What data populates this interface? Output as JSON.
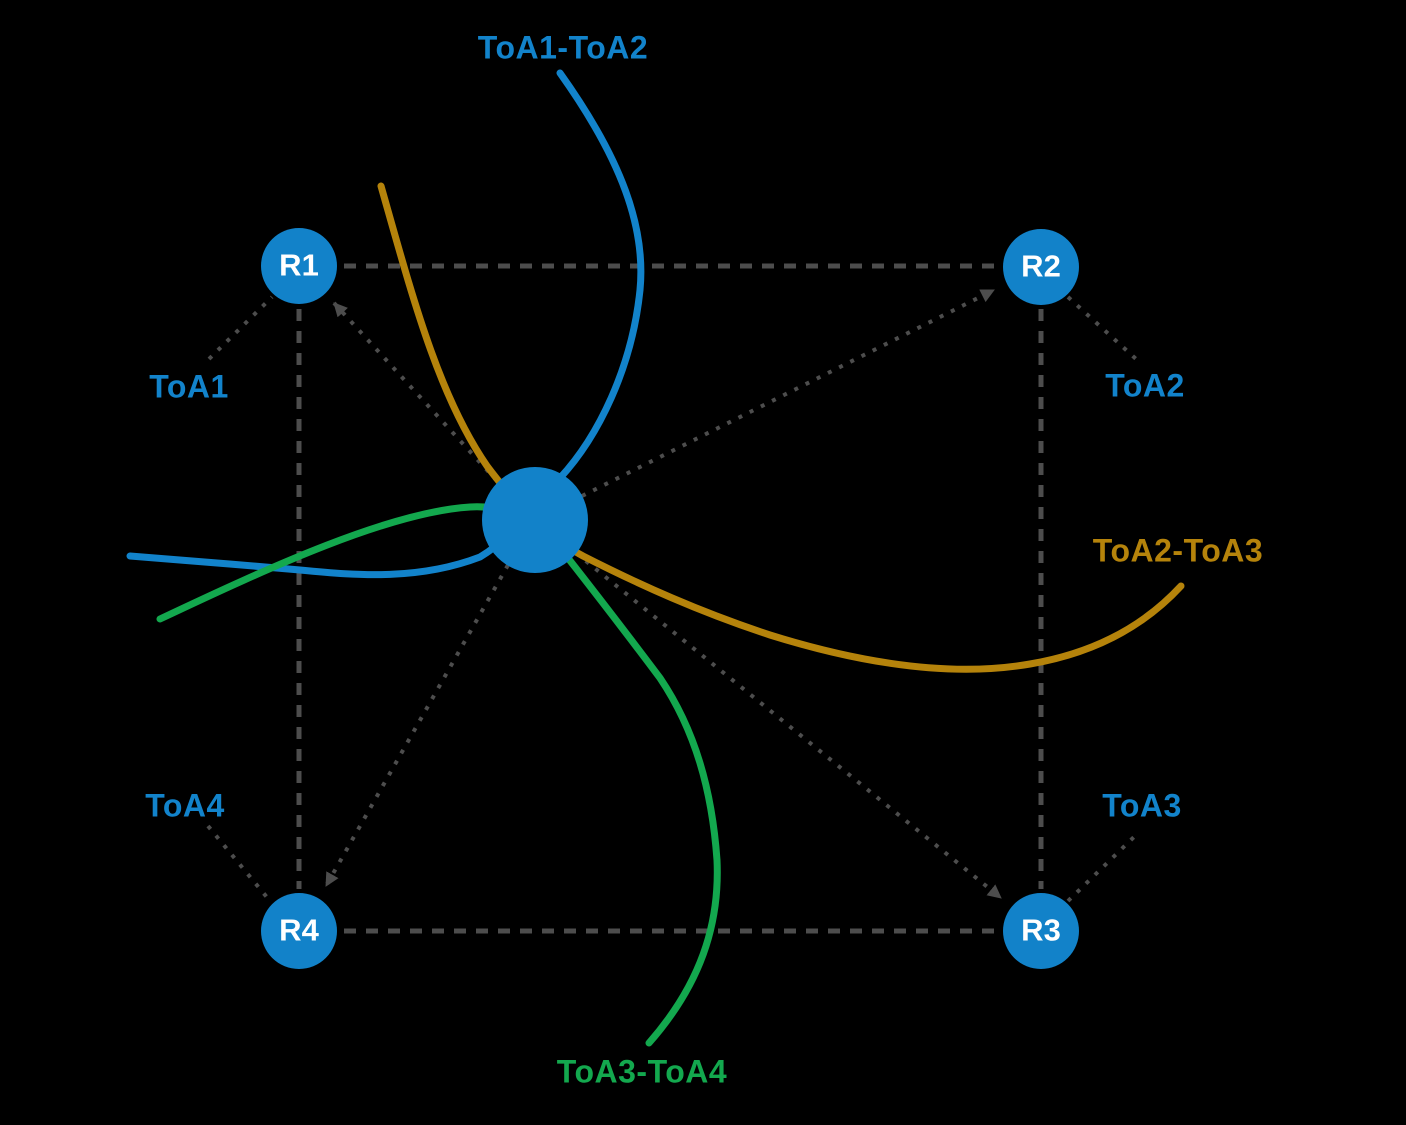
{
  "diagram": {
    "description_labels": {
      "curve_blue": "ToA1-ToA2",
      "curve_gold": "ToA2-ToA3",
      "curve_green": "ToA3-ToA4"
    },
    "toa_labels": {
      "toa1": "ToA1",
      "toa2": "ToA2",
      "toa3": "ToA3",
      "toa4": "ToA4"
    },
    "nodes": {
      "r1": {
        "label": "R1"
      },
      "r2": {
        "label": "R2"
      },
      "r3": {
        "label": "R3"
      },
      "r4": {
        "label": "R4"
      },
      "tag": {
        "label": ""
      }
    },
    "colors": {
      "background": "#000000",
      "node_blue": "#1282c9",
      "accent_blue": "#1283cb",
      "gold": "#b5830b",
      "green": "#13a84e",
      "dash_gray": "#4d4d4d",
      "node_text": "#ffffff"
    }
  }
}
